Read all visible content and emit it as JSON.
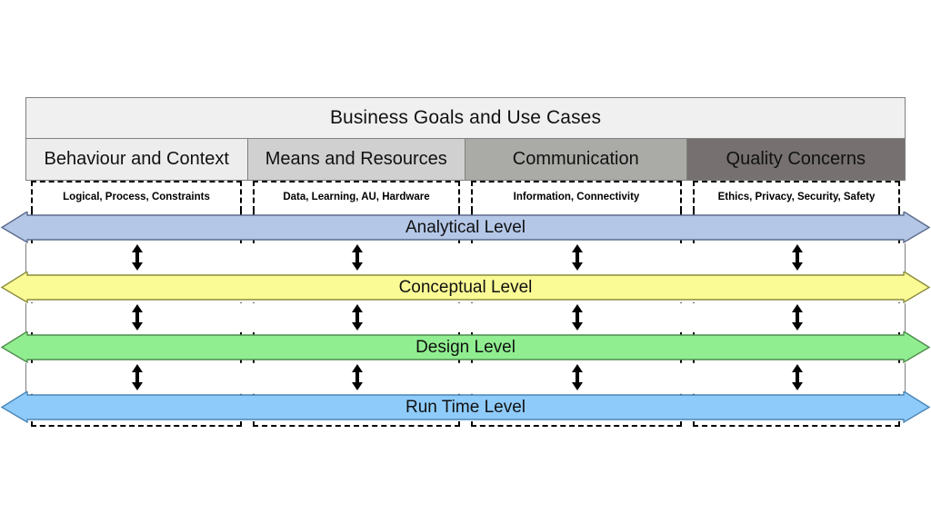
{
  "diagram": {
    "title_bar": "Business Goals and Use Cases",
    "columns": [
      {
        "header": "Behaviour and Context",
        "sub": "Logical, Process, Constraints",
        "color": "#EDEDED"
      },
      {
        "header": "Means and Resources",
        "sub": "Data, Learning, AU, Hardware",
        "color": "#D0D0D0"
      },
      {
        "header": "Communication",
        "sub": "Information, Connectivity",
        "color": "#AAAAA7"
      },
      {
        "header": "Quality Concerns",
        "sub": "Ethics, Privacy, Security, Safety",
        "color": "#767070"
      }
    ],
    "levels": [
      {
        "label": "Analytical Level",
        "color": "#B4C7E7",
        "stroke": "#5B6B8C"
      },
      {
        "label": "Conceptual Level",
        "color": "#FBFB96",
        "stroke": "#8C8C3C"
      },
      {
        "label": "Design Level",
        "color": "#90EE90",
        "stroke": "#4E8C4E"
      },
      {
        "label": "Run Time Level",
        "color": "#8ECBFA",
        "stroke": "#4C86B5"
      }
    ],
    "link_arrow": "vertical-double-arrow"
  }
}
